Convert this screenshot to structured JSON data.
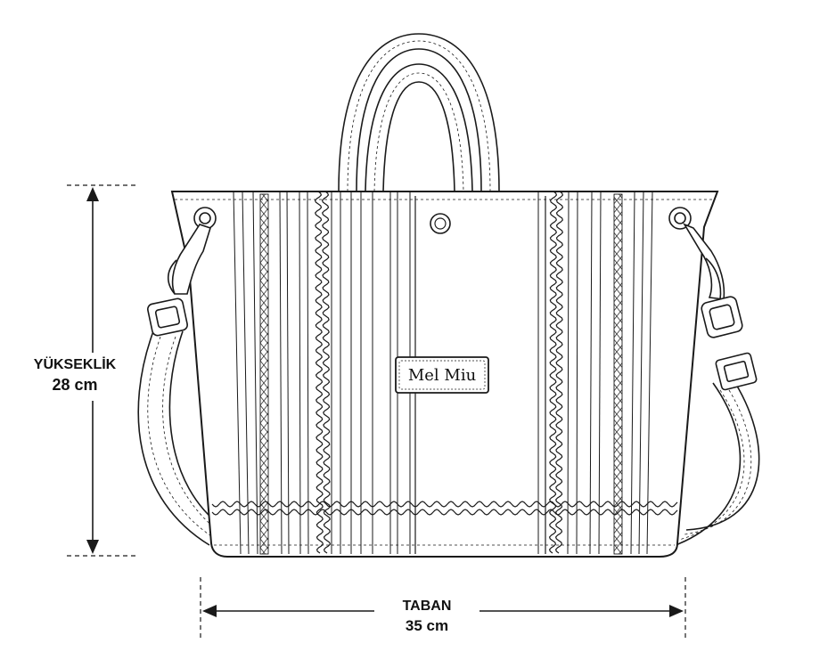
{
  "brand": {
    "label": "Mel Miu"
  },
  "dimensions": {
    "height": {
      "name": "YÜKSEKLİK",
      "value": "28 cm"
    },
    "width": {
      "name": "TABAN",
      "value": "35 cm"
    }
  },
  "colors": {
    "line": "#1a1a1a",
    "paper": "#ffffff"
  }
}
